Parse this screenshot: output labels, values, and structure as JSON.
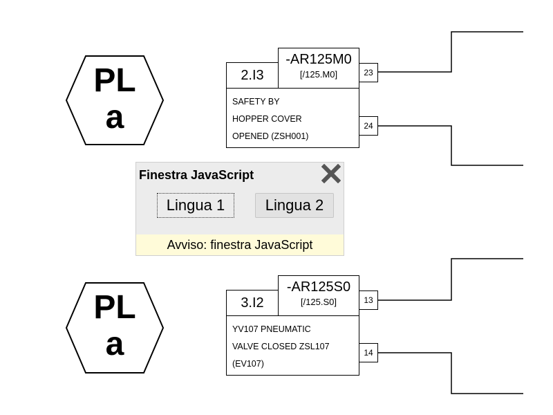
{
  "symbols": [
    {
      "line1": "PL",
      "line2": "a"
    },
    {
      "line1": "PL",
      "line2": "a"
    }
  ],
  "contacts": [
    {
      "address": "2.I3",
      "tag": "-AR125M0",
      "ref": "[/125.M0]",
      "terminal_top": "23",
      "terminal_bottom": "24",
      "description": [
        "SAFETY BY",
        "HOPPER COVER",
        "OPENED (ZSH001)"
      ]
    },
    {
      "address": "3.I2",
      "tag": "-AR125S0",
      "ref": "[/125.S0]",
      "terminal_top": "13",
      "terminal_bottom": "14",
      "description": [
        "YV107 PNEUMATIC",
        "VALVE CLOSED ZSL107",
        "(EV107)"
      ]
    }
  ],
  "popup": {
    "title": "Finestra JavaScript",
    "close_icon": "close-icon",
    "button1": "Lingua 1",
    "button2": "Lingua 2",
    "footer": "Avviso: finestra JavaScript"
  }
}
